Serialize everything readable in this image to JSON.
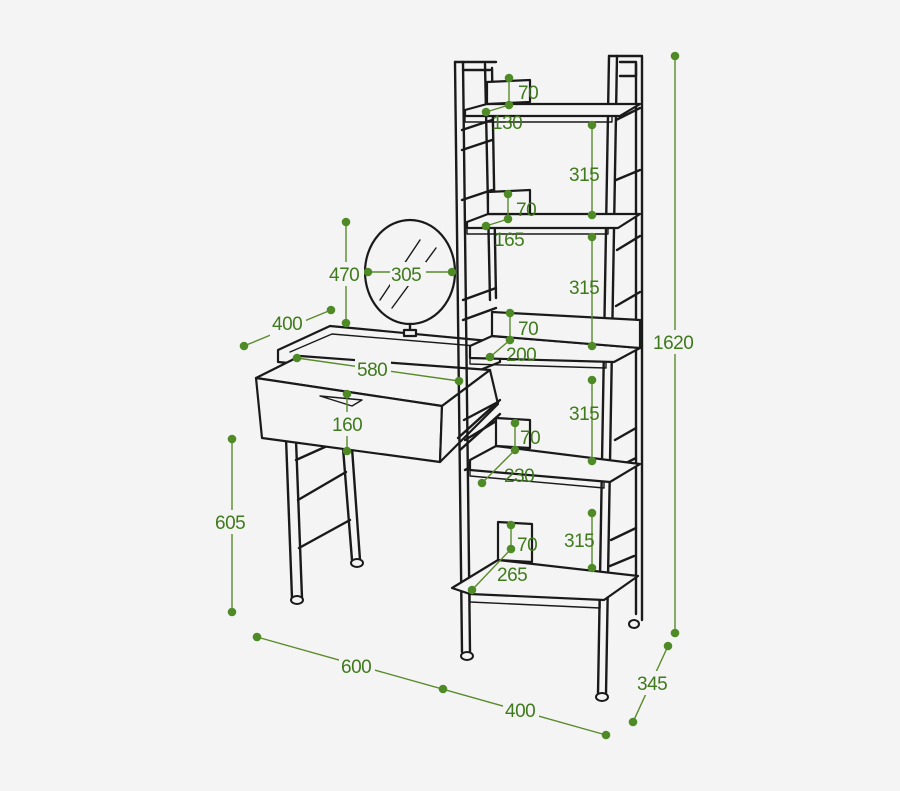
{
  "diagram": {
    "background_color": "#f4f4f4",
    "line_color": "#1a1a1a",
    "dimension_color": "#4e8a26",
    "unit": "",
    "dimensions": [
      {
        "id": "total-height",
        "label": "1620"
      },
      {
        "id": "shelf-depth",
        "label": "345"
      },
      {
        "id": "desk-width",
        "label": "600"
      },
      {
        "id": "shelf-width",
        "label": "400"
      },
      {
        "id": "desk-depth",
        "label": "400"
      },
      {
        "id": "desk-height",
        "label": "605"
      },
      {
        "id": "drawer-width",
        "label": "580"
      },
      {
        "id": "drawer-height",
        "label": "160"
      },
      {
        "id": "mirror-height",
        "label": "470"
      },
      {
        "id": "mirror-diameter",
        "label": "305"
      },
      {
        "id": "shelf-1-lip",
        "label": "70"
      },
      {
        "id": "shelf-1-depth",
        "label": "130"
      },
      {
        "id": "shelf-gap-1",
        "label": "315"
      },
      {
        "id": "shelf-2-lip",
        "label": "70"
      },
      {
        "id": "shelf-2-depth",
        "label": "165"
      },
      {
        "id": "shelf-gap-2",
        "label": "315"
      },
      {
        "id": "shelf-3-lip",
        "label": "70"
      },
      {
        "id": "shelf-3-depth",
        "label": "200"
      },
      {
        "id": "shelf-gap-3",
        "label": "315"
      },
      {
        "id": "shelf-4-lip",
        "label": "70"
      },
      {
        "id": "shelf-4-depth",
        "label": "230"
      },
      {
        "id": "shelf-gap-4",
        "label": "315"
      },
      {
        "id": "shelf-5-lip",
        "label": "70"
      },
      {
        "id": "shelf-5-depth",
        "label": "265"
      }
    ]
  }
}
